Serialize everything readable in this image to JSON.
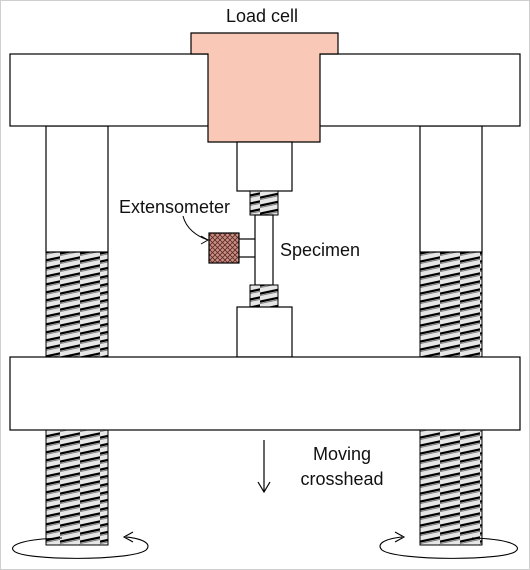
{
  "diagram": {
    "labels": {
      "load_cell": "Load cell",
      "extensometer": "Extensometer",
      "specimen": "Specimen",
      "moving_crosshead_line1": "Moving",
      "moving_crosshead_line2": "crosshead"
    },
    "colors": {
      "outline": "#000000",
      "load_cell_fill": "#f9c8b6",
      "extensometer_fill": "#c98f86",
      "frame_fill": "#ffffff",
      "thread_fill": "#d9d9d9"
    }
  }
}
